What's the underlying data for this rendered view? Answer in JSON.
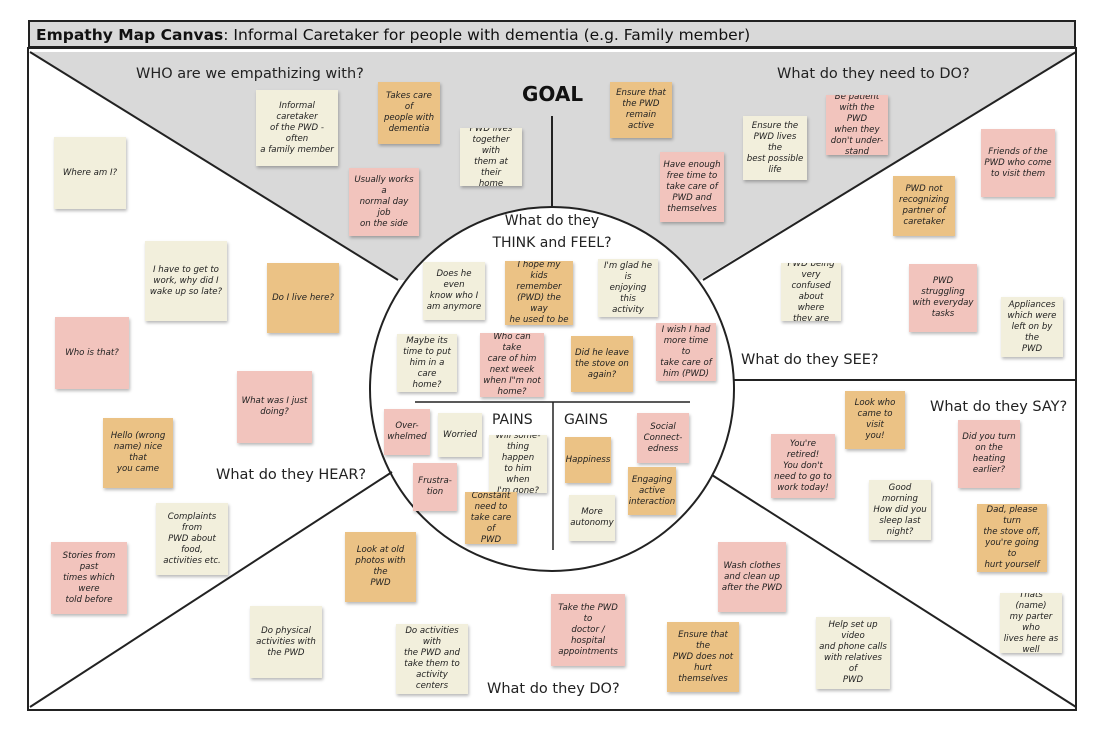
{
  "title": {
    "bold": "Empathy Map Canvas",
    "rest": ": Informal Caretaker for people with dementia (e.g. Family member)"
  },
  "sections": {
    "goal": "GOAL",
    "who": "WHO are we empathizing with?",
    "need_to_do": "What do they need to DO?",
    "see": "What do they SEE?",
    "say": "What do they SAY?",
    "do": "What do they DO?",
    "hear": "What do they HEAR?",
    "think_line1": "What do they",
    "think_line2": "THINK and FEEL?",
    "pains": "PAINS",
    "gains": "GAINS"
  },
  "colors": {
    "cream": "#f2efdc",
    "pink": "#f2c4bd",
    "orange": "#ebc285",
    "shade": "#d9d9d9",
    "line": "#222222"
  },
  "notes": [
    {
      "id": "who-1",
      "color": "cream",
      "text": "Informal caretaker\nof the PWD - often\na family member"
    },
    {
      "id": "who-2",
      "color": "orange",
      "text": "Takes care of\npeople with\ndementia"
    },
    {
      "id": "who-3",
      "color": "pink",
      "text": "Usually works a\nnormal day job\non the side"
    },
    {
      "id": "who-4",
      "color": "cream",
      "text": "PWD lives\ntogether with\nthem at their\nhome"
    },
    {
      "id": "need-1",
      "color": "orange",
      "text": "Ensure that\nthe PWD\nremain active"
    },
    {
      "id": "need-2",
      "color": "pink",
      "text": "Have enough\nfree time to\ntake care of\nPWD and\nthemselves"
    },
    {
      "id": "need-3",
      "color": "cream",
      "text": "Ensure the\nPWD lives the\nbest possible\nlife"
    },
    {
      "id": "need-4",
      "color": "pink",
      "text": "Be patient\nwith the PWD\nwhen they\ndon't under-\nstand"
    },
    {
      "id": "see-1",
      "color": "pink",
      "text": "Friends of the\nPWD who come\nto visit them"
    },
    {
      "id": "see-2",
      "color": "orange",
      "text": "PWD not\nrecognizing\npartner of\ncaretaker"
    },
    {
      "id": "see-3",
      "color": "cream",
      "text": "PWD being\nvery confused\nabout where\nthey are"
    },
    {
      "id": "see-4",
      "color": "pink",
      "text": "PWD struggling\nwith everyday\ntasks"
    },
    {
      "id": "see-5",
      "color": "cream",
      "text": "Appliances\nwhich were\nleft on by the\nPWD"
    },
    {
      "id": "hear-1",
      "color": "cream",
      "text": "Where am I?"
    },
    {
      "id": "hear-2",
      "color": "cream",
      "text": "I have to get to\nwork, why did I\nwake up so late?"
    },
    {
      "id": "hear-3",
      "color": "orange",
      "text": "Do I live here?"
    },
    {
      "id": "hear-4",
      "color": "pink",
      "text": "Who is that?"
    },
    {
      "id": "hear-5",
      "color": "pink",
      "text": "What was I just\ndoing?"
    },
    {
      "id": "hear-6",
      "color": "orange",
      "text": "Hello (wrong\nname) nice that\nyou came"
    },
    {
      "id": "hear-7",
      "color": "cream",
      "text": "Complaints from\nPWD about food,\nactivities etc."
    },
    {
      "id": "hear-8",
      "color": "pink",
      "text": "Stories from past\ntimes which were\ntold before"
    },
    {
      "id": "think-1",
      "color": "cream",
      "text": "Does he even\nknow who I\nam anymore"
    },
    {
      "id": "think-2",
      "color": "orange",
      "text": "I hope my kids\nremember\n(PWD) the way\nhe used to be"
    },
    {
      "id": "think-3",
      "color": "cream",
      "text": "I'm glad he is\nenjoying this\nactivity"
    },
    {
      "id": "think-4",
      "color": "cream",
      "text": "Maybe its\ntime to put\nhim in a care\nhome?"
    },
    {
      "id": "think-5",
      "color": "pink",
      "text": "Who can take\ncare of him\nnext week\nwhen I\"m not\nhome?"
    },
    {
      "id": "think-6",
      "color": "orange",
      "text": "Did he leave\nthe stove on\nagain?"
    },
    {
      "id": "think-7",
      "color": "pink",
      "text": "I wish I had\nmore time to\ntake care of\nhim (PWD)"
    },
    {
      "id": "pain-1",
      "color": "pink",
      "text": "Over-\nwhelmed"
    },
    {
      "id": "pain-2",
      "color": "cream",
      "text": "Worried"
    },
    {
      "id": "pain-3",
      "color": "cream",
      "text": "Will some-\nthing happen\nto him when\nI'm gone?"
    },
    {
      "id": "pain-4",
      "color": "pink",
      "text": "Frustra-\ntion"
    },
    {
      "id": "pain-5",
      "color": "orange",
      "text": "Constant\nneed to\ntake care of\nPWD"
    },
    {
      "id": "gain-1",
      "color": "pink",
      "text": "Social\nConnect-\nedness"
    },
    {
      "id": "gain-2",
      "color": "orange",
      "text": "Happiness"
    },
    {
      "id": "gain-3",
      "color": "orange",
      "text": "Engaging\nactive\ninteraction"
    },
    {
      "id": "gain-4",
      "color": "cream",
      "text": "More\nautonomy"
    },
    {
      "id": "say-1",
      "color": "orange",
      "text": "Look who\ncame to visit\nyou!"
    },
    {
      "id": "say-2",
      "color": "pink",
      "text": "Did you turn\non the heating\nearlier?"
    },
    {
      "id": "say-3",
      "color": "pink",
      "text": "You're retired!\nYou don't\nneed to go to\nwork today!"
    },
    {
      "id": "say-4",
      "color": "cream",
      "text": "Good morning\nHow did you\nsleep last\nnight?"
    },
    {
      "id": "say-5",
      "color": "orange",
      "text": "Dad, please turn\nthe stove off,\nyou're going to\nhurt yourself"
    },
    {
      "id": "say-6",
      "color": "cream",
      "text": "Thats (name)\nmy parter who\nlives here as\nwell"
    },
    {
      "id": "do-1",
      "color": "orange",
      "text": "Look at old\nphotos with the\nPWD"
    },
    {
      "id": "do-2",
      "color": "cream",
      "text": "Do physical\nactivities with\nthe PWD"
    },
    {
      "id": "do-3",
      "color": "cream",
      "text": "Do activities with\nthe PWD and\ntake them to\nactivity centers"
    },
    {
      "id": "do-4",
      "color": "pink",
      "text": "Take the PWD to\ndoctor / hospital\nappointments"
    },
    {
      "id": "do-5",
      "color": "orange",
      "text": "Ensure that the\nPWD does not\nhurt themselves"
    },
    {
      "id": "do-6",
      "color": "pink",
      "text": "Wash clothes\nand clean up\nafter the PWD"
    },
    {
      "id": "do-7",
      "color": "cream",
      "text": "Help set up video\nand phone calls\nwith relatives of\nPWD"
    }
  ]
}
